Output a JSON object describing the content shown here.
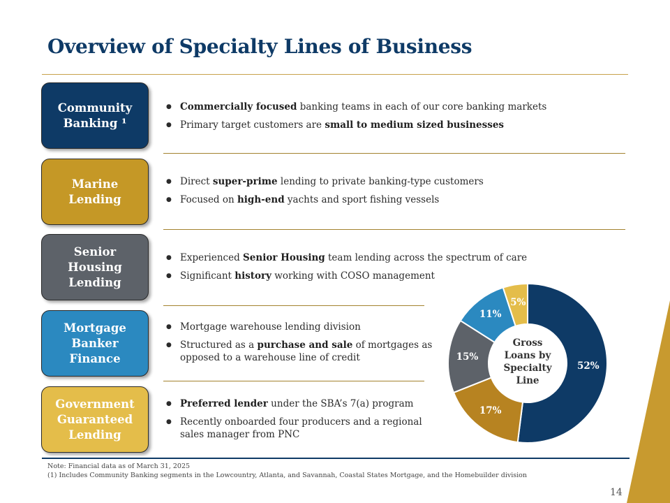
{
  "title": "Overview of Specialty Lines of Business",
  "colors": {
    "navy": "#0e3a66",
    "gold": "#c59826",
    "gold_dark": "#b78321",
    "gray": "#5d6269",
    "blue": "#2b89c0",
    "yellow": "#e4bd4a"
  },
  "segments": [
    {
      "label_lines": [
        "Community",
        "Banking ¹"
      ],
      "color": "#0e3a66",
      "bullets": [
        [
          {
            "t": "Commercially focused",
            "b": true
          },
          {
            "t": " banking teams in each of our core banking markets",
            "b": false
          }
        ],
        [
          {
            "t": "Primary target customers are ",
            "b": false
          },
          {
            "t": "small to medium sized businesses",
            "b": true
          }
        ]
      ]
    },
    {
      "label_lines": [
        "Marine",
        "Lending"
      ],
      "color": "#c59826",
      "bullets": [
        [
          {
            "t": "Direct ",
            "b": false
          },
          {
            "t": "super-prime",
            "b": true
          },
          {
            "t": " lending to private banking-type customers",
            "b": false
          }
        ],
        [
          {
            "t": "Focused on ",
            "b": false
          },
          {
            "t": "high-end",
            "b": true
          },
          {
            "t": " yachts and sport fishing vessels",
            "b": false
          }
        ]
      ]
    },
    {
      "label_lines": [
        "Senior",
        "Housing",
        "Lending"
      ],
      "color": "#5d6269",
      "bullets": [
        [
          {
            "t": "Experienced ",
            "b": false
          },
          {
            "t": "Senior Housing",
            "b": true
          },
          {
            "t": " team lending across the spectrum of care",
            "b": false
          }
        ],
        [
          {
            "t": "Significant ",
            "b": false
          },
          {
            "t": "history",
            "b": true
          },
          {
            "t": " working with COSO management",
            "b": false
          }
        ]
      ]
    },
    {
      "label_lines": [
        "Mortgage",
        "Banker",
        "Finance"
      ],
      "color": "#2b89c0",
      "bullets": [
        [
          {
            "t": "Mortgage warehouse lending division",
            "b": false
          }
        ],
        [
          {
            "t": "Structured as a ",
            "b": false
          },
          {
            "t": "purchase and sale",
            "b": true
          },
          {
            "t": " of mortgages as opposed to a warehouse line of credit",
            "b": false
          }
        ]
      ]
    },
    {
      "label_lines": [
        "Government",
        "Guaranteed",
        "Lending"
      ],
      "color": "#e4bd4a",
      "bullets": [
        [
          {
            "t": "Preferred lender",
            "b": true
          },
          {
            "t": " under the SBA’s 7(a) program",
            "b": false
          }
        ],
        [
          {
            "t": "Recently onboarded four producers and a regional sales manager from PNC",
            "b": false
          }
        ]
      ]
    }
  ],
  "chart_data": {
    "type": "pie",
    "donut": true,
    "center_label": [
      "Gross",
      "Loans by",
      "Specialty",
      "Line"
    ],
    "categories": [
      "Community Banking",
      "Marine Lending",
      "Senior Housing Lending",
      "Mortgage Banker Finance",
      "Government Guaranteed Lending"
    ],
    "values": [
      52,
      17,
      15,
      11,
      5
    ],
    "value_labels": [
      "52%",
      "17%",
      "15%",
      "11%",
      "5%"
    ],
    "colors": [
      "#0e3a66",
      "#b78321",
      "#5d6269",
      "#2b89c0",
      "#e4bd4a"
    ],
    "legend": "none"
  },
  "note": "Note:  Financial data as of March 31, 2025",
  "footnote": "(1)    Includes Community Banking segments in the Lowcountry, Atlanta, and Savannah, Coastal States Mortgage, and the Homebuilder division",
  "page_number": "14"
}
